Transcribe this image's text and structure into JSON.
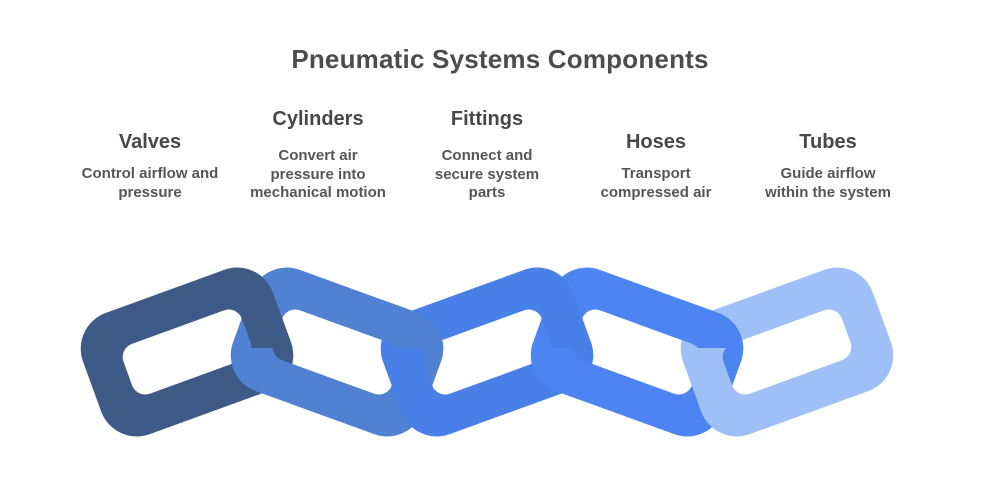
{
  "title": "Pneumatic Systems Components",
  "components": [
    {
      "name": "Valves",
      "description": "Control airflow and pressure",
      "lines": [
        "Control airflow and",
        "pressure"
      ],
      "color": "#3E5A87"
    },
    {
      "name": "Cylinders",
      "description": "Convert air pressure into mechanical motion",
      "lines": [
        "Convert air",
        "pressure into",
        "mechanical motion"
      ],
      "color": "#5181D3"
    },
    {
      "name": "Fittings",
      "description": "Connect and secure system parts",
      "lines": [
        "Connect and",
        "secure system",
        "parts"
      ],
      "color": "#4880E8"
    },
    {
      "name": "Hoses",
      "description": "Transport compressed air",
      "lines": [
        "Transport",
        "compressed air"
      ],
      "color": "#4C84F2"
    },
    {
      "name": "Tubes",
      "description": "Guide airflow within the system",
      "lines": [
        "Guide airflow",
        "within the system"
      ],
      "color": "#9FBFF7"
    }
  ],
  "text_color": "#4c4c4c"
}
